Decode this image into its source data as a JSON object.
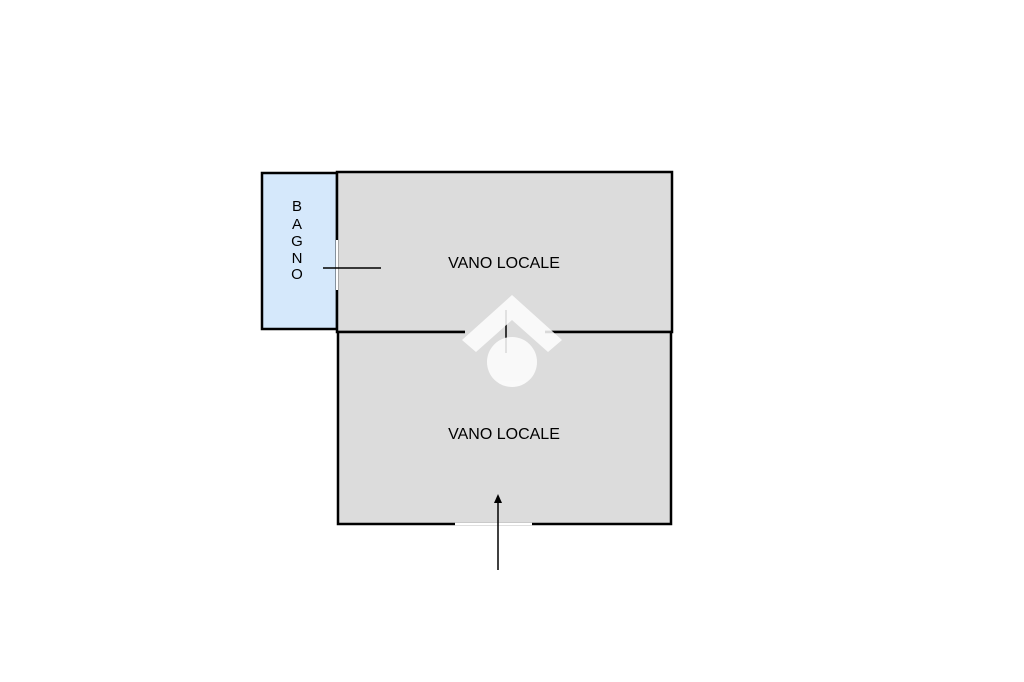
{
  "floor_plan": {
    "rooms": [
      {
        "id": "bagno",
        "label": "BAGNO",
        "label_orientation": "vertical",
        "fill_color": "#d5e8fb"
      },
      {
        "id": "vano-locale-upper",
        "label": "VANO LOCALE",
        "label_orientation": "horizontal",
        "fill_color": "#dcdcdc"
      },
      {
        "id": "vano-locale-lower",
        "label": "VANO LOCALE",
        "label_orientation": "horizontal",
        "fill_color": "#dcdcdc"
      }
    ],
    "wall_color": "#000000",
    "watermark": {
      "icon": "house-logo-icon",
      "color": "#ffffff"
    },
    "entrance_arrow": {
      "icon": "arrow-up-icon"
    }
  }
}
